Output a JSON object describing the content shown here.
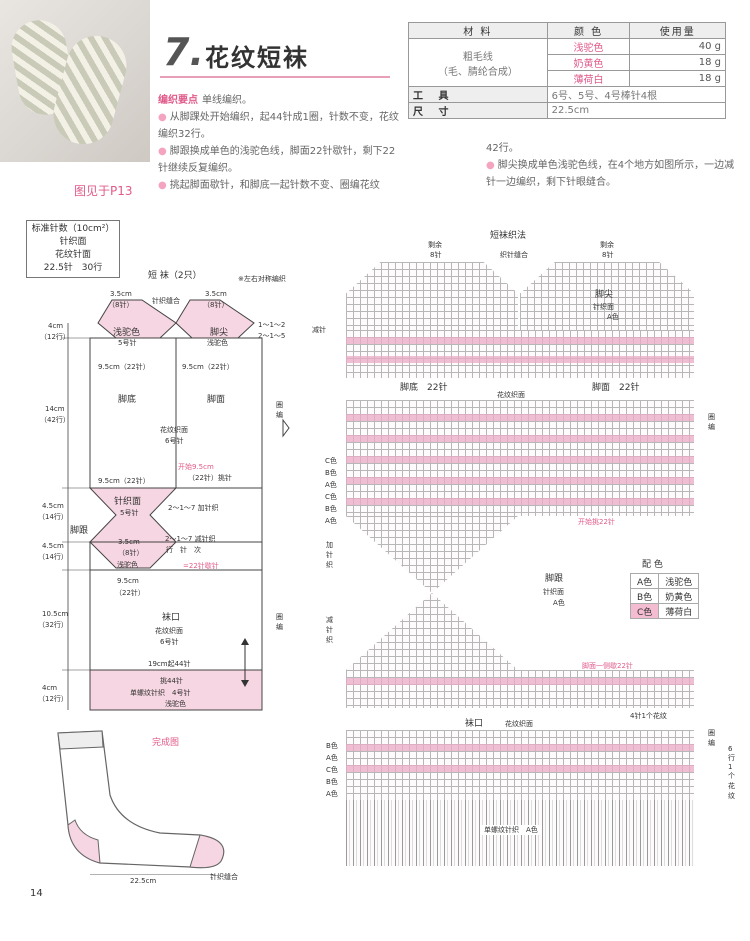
{
  "header": {
    "number": "7.",
    "title": "花纹短袜",
    "photo_ref": "图见于P13"
  },
  "materials": {
    "headers": [
      "材 料",
      "颜 色",
      "使用量"
    ],
    "yarn_name": "粗毛线",
    "yarn_content": "（毛、腈纶合成）",
    "rows": [
      {
        "color": "浅驼色",
        "qty": "40 g"
      },
      {
        "color": "奶黄色",
        "qty": "18 g"
      },
      {
        "color": "薄荷白",
        "qty": "18 g"
      }
    ],
    "tools_label": "工 具",
    "tools_value": "6号、5号、4号棒针4根",
    "size_label": "尺 寸",
    "size_value": "22.5cm"
  },
  "notes": {
    "heading": "编织要点",
    "intro": "单线编织。",
    "items": [
      "从脚踝处开始编织，起44针成1圈，针数不变，花纹编织32行。",
      "脚跟换成单色的浅驼色线，脚面22针歇针，剩下22针继续反复编织。",
      "挑起脚面歇针，和脚底一起针数不变、圈编花纹"
    ],
    "continued": "42行。",
    "last": "脚尖换成单色浅驼色线，在4个地方如图所示，一边减针一边编织，剩下针眼缝合。"
  },
  "gauge": {
    "l1": "标准针数（10cm²）",
    "l2": "针织面",
    "l3": "花纹针面",
    "l4": "22.5针　30行"
  },
  "schematic": {
    "title": "短 袜（2只）",
    "note": "※左右对称编织",
    "top_3_5a": "3.5cm",
    "top_8a": "（8针）",
    "top_3_5b": "3.5cm",
    "top_8b": "（8针）",
    "graft": "针织缝合",
    "h4cm": "4cm",
    "h12": "（12行）",
    "toe_left": "浅驼色",
    "toe_left2": "5号针",
    "toe_right": "脚尖",
    "toe_right2": "浅驼色",
    "dec1": "1～1～2",
    "dec2": "2～1～5",
    "dec_label": "减针",
    "w95a": "9.5cm（22针）",
    "w95b": "9.5cm（22针）",
    "h14cm": "14cm",
    "h42": "（42行）",
    "sole": "脚底",
    "instep": "脚面",
    "pattern": "花纹织面",
    "needle6": "6号针",
    "round": "圈编",
    "start": "开始9.5cm",
    "start2": "（22针）挑针",
    "w95c": "9.5cm（22针）",
    "heel_face": "针织面",
    "heel_needle": "5号针",
    "inc": "2～1～7 加针织",
    "h45a": "4.5cm",
    "h14a": "（14行）",
    "heel": "脚跟",
    "h45b": "4.5cm",
    "h14b": "（14行）",
    "heel_35": "3.5cm",
    "heel_8": "（8针）",
    "heel_color": "浅驼色",
    "dec_heel": "2～1～7 减针织",
    "dec_heel2": "行　针　次",
    "hold": "=22针歇针",
    "w95d": "9.5cm",
    "w22d": "（22针）",
    "h105": "10.5cm",
    "h32": "（32行）",
    "cuff": "袜口",
    "cuff_pattern": "花纹织面",
    "cuff_needle": "6号针",
    "cuff_round": "圈编",
    "cast": "19cm起44针",
    "h4cm_b": "4cm",
    "h12b": "（12行）",
    "pick": "挑44针",
    "rib": "单螺纹针织　4号针",
    "rib_color": "浅驼色",
    "finished": "完成图",
    "foot_len": "22.5cm",
    "foot_graft": "针织缝合"
  },
  "chart": {
    "title": "短袜织法",
    "rem_l": "剩余",
    "rem_l2": "8针",
    "graft": "织针缝合",
    "rem_r": "剩余",
    "rem_r2": "8针",
    "toe": "脚尖",
    "toe2": "针织面",
    "toe3": "A色",
    "sole_22": "脚底　22针",
    "instep_22": "脚面　22针",
    "pattern": "花纹织面",
    "round": "圈编",
    "start22": "开始挑22针",
    "heel": "脚跟",
    "heel2": "针织面",
    "heel3": "A色",
    "inc_side": "加针织",
    "dec_side": "减针织",
    "hold22": "脚面一侧歇22针",
    "cuff": "袜口",
    "cuff_pattern": "花纹织面",
    "repeat4": "4针1个花纹",
    "cuff_round": "圈编",
    "rep6": "6行1个花纹",
    "rib": "单螺纹针织　A色",
    "row_labels": [
      "C色",
      "B色",
      "A色",
      "C色",
      "B色",
      "A色"
    ],
    "cuff_labels": [
      "B色",
      "A色",
      "C色",
      "B色",
      "A色"
    ]
  },
  "legend": {
    "title": "配 色",
    "rows": [
      {
        "k": "A色",
        "v": "浅驼色"
      },
      {
        "k": "B色",
        "v": "奶黄色"
      },
      {
        "k": "C色",
        "v": "薄荷白"
      }
    ]
  },
  "page": {
    "number": "14"
  },
  "colors": {
    "accent": "#e05a8a",
    "band": "#e9aac4"
  }
}
